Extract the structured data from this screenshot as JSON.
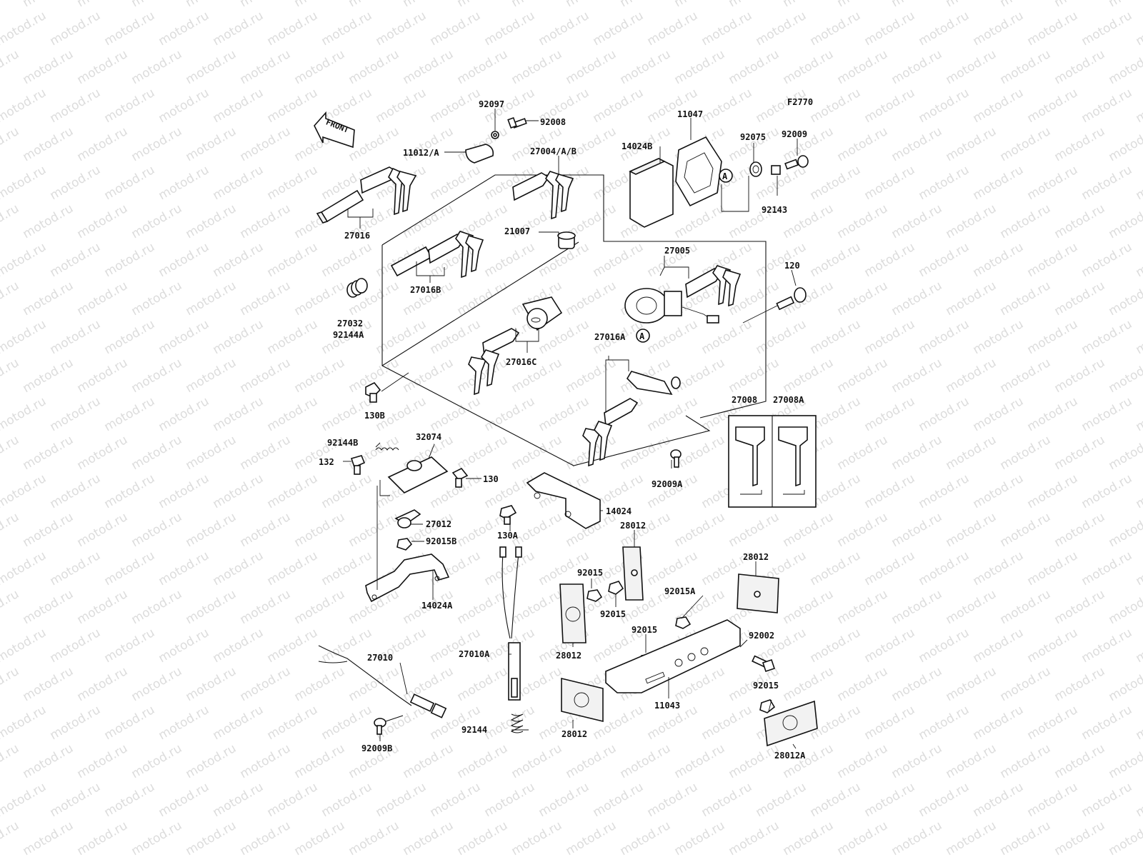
{
  "watermark": "motod.ru",
  "figure_code": "F2770",
  "direction_label": "FRONT",
  "callout_letter": "A",
  "part_labels": {
    "p92097": "92097",
    "p92008": "92008",
    "p11012A": "11012/A",
    "p27004AB": "27004/A/B",
    "p11047": "11047",
    "p14024B": "14024B",
    "p92075": "92075",
    "p92009": "92009",
    "p92143": "92143",
    "p27016": "27016",
    "p21007": "21007",
    "p27016B": "27016B",
    "p27005": "27005",
    "p120": "120",
    "p27032": "27032",
    "p92144A": "92144A",
    "p27016C": "27016C",
    "p27016A": "27016A",
    "p130B": "130B",
    "p27008": "27008",
    "p27008A": "27008A",
    "p92144B": "92144B",
    "p32074": "32074",
    "p132": "132",
    "p130": "130",
    "p92009A": "92009A",
    "p14024": "14024",
    "p27012": "27012",
    "p130A": "130A",
    "p92015B": "92015B",
    "p28012_a": "28012",
    "p92015_a": "92015",
    "p92015_b": "92015",
    "p14024A": "14024A",
    "p28012_b": "28012",
    "p92015A": "92015A",
    "p92015_c": "92015",
    "p92002": "92002",
    "p27010": "27010",
    "p27010A": "27010A",
    "p28012_c": "28012",
    "p11043": "11043",
    "p28012_d": "28012",
    "p92015_d": "92015",
    "p92144": "92144",
    "p92009B": "92009B",
    "p28012A": "28012A"
  }
}
